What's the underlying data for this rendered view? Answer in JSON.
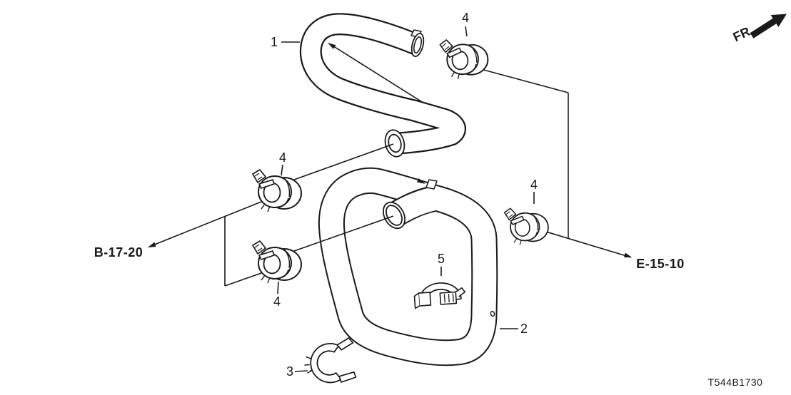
{
  "diagram": {
    "code": "T544B1730",
    "front_label": "FR.",
    "callouts": {
      "part1": "1",
      "part2": "2",
      "part3": "3",
      "part4": "4",
      "part5": "5"
    },
    "references": {
      "left": "B-17-20",
      "right": "E-15-10"
    },
    "colors": {
      "line": "#1a1a1a",
      "background": "#ffffff"
    }
  }
}
